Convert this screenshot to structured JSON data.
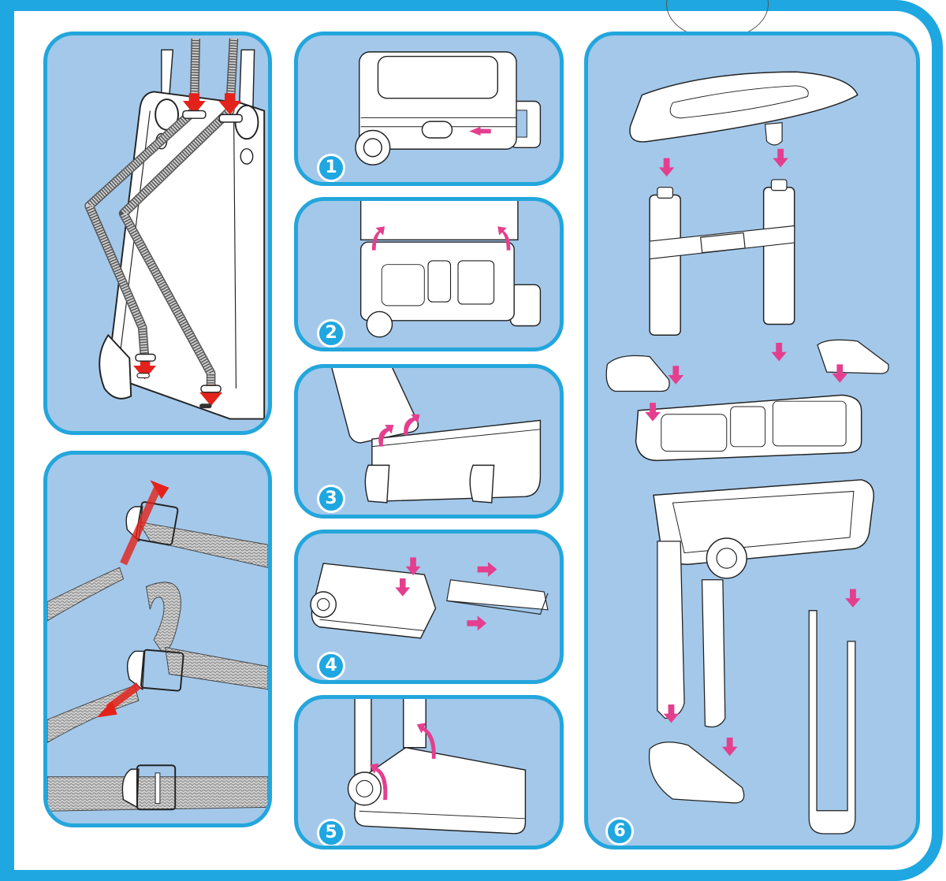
{
  "document": {
    "type": "assembly-instructions",
    "colors": {
      "frame_blue": "#1ea7e0",
      "panel_bg": "#a3c8ea",
      "panel_border": "#23a6dc",
      "arrow_pink": "#e43f8f",
      "arrow_red": "#e3231b",
      "strap_gray": "#9a9a9a"
    },
    "panels": [
      {
        "id": "strap-routing",
        "step": null,
        "icon": "strap-routing-illustration"
      },
      {
        "id": "strap-buckle",
        "step": null,
        "icon": "buckle-adjust-illustration"
      },
      {
        "id": "step-1",
        "step": "1",
        "icon": "suitcase-latch-illustration"
      },
      {
        "id": "step-2",
        "step": "2",
        "icon": "open-lid-illustration"
      },
      {
        "id": "step-3",
        "step": "3",
        "icon": "lift-lid-illustration"
      },
      {
        "id": "step-4",
        "step": "4",
        "icon": "remove-handle-illustration"
      },
      {
        "id": "step-5",
        "step": "5",
        "icon": "unfold-legs-illustration"
      },
      {
        "id": "step-6",
        "step": "6",
        "icon": "exploded-assembly-illustration"
      }
    ]
  }
}
